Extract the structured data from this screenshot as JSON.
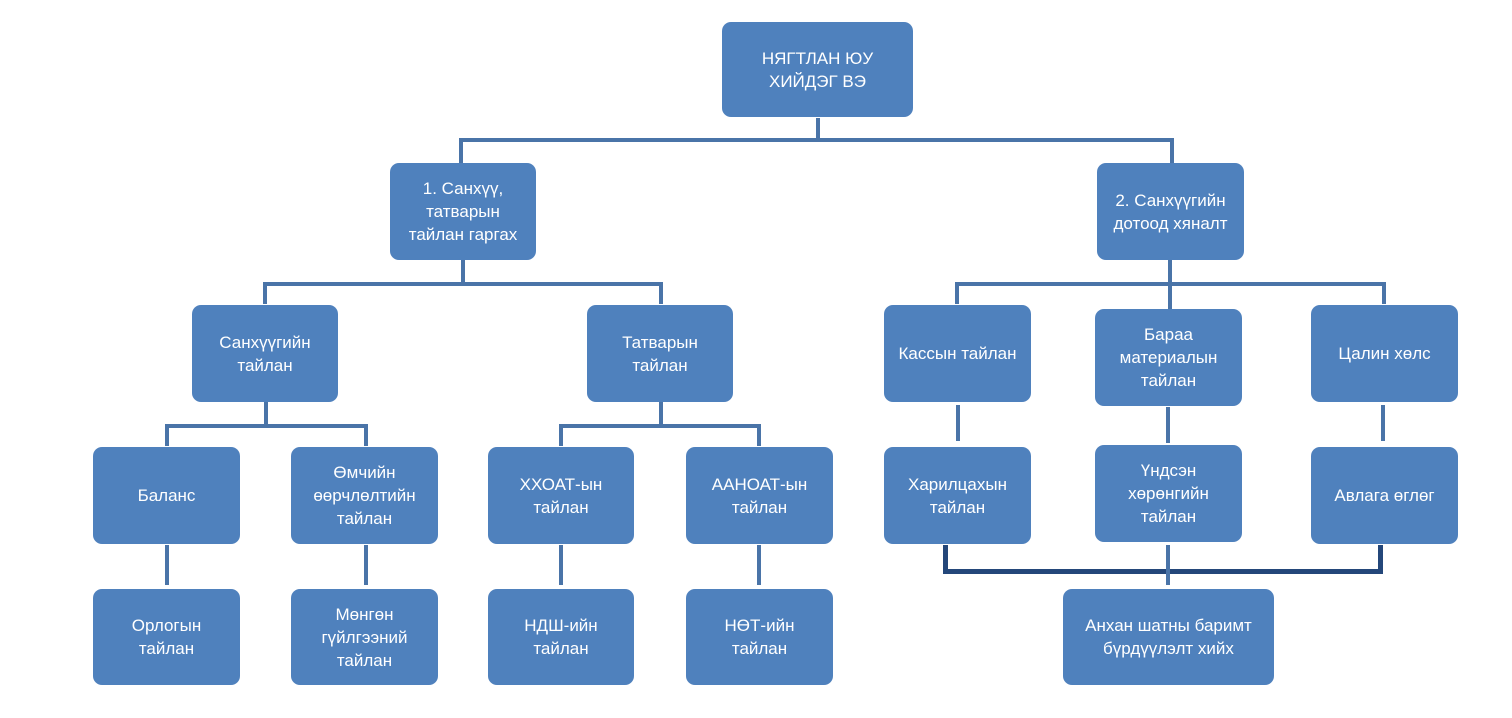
{
  "diagram": {
    "type": "org-chart",
    "root": {
      "label": "НЯГТЛАН ЮУ\nХИЙДЭГ ВЭ"
    },
    "branch1": {
      "label": "1. Санхүү,\nтатварын\nтайлан гаргах",
      "financial": {
        "label": "Санхүүгийн\nтайлан"
      },
      "tax": {
        "label": "Татварын\nтайлан"
      },
      "balance": {
        "label": "Баланс"
      },
      "equity_change": {
        "label": "Өмчийн\nөөрчлөлтийн\nтайлан"
      },
      "income": {
        "label": "Орлогын\nтайлан"
      },
      "cash_flow": {
        "label": "Мөнгөн\nгүйлгээний\nтайлан"
      },
      "pit": {
        "label": "ХХОАТ-ын\nтайлан"
      },
      "cit": {
        "label": "ААНОАТ-ын\nтайлан"
      },
      "social_insurance": {
        "label": "НДШ-ийн\nтайлан"
      },
      "vat": {
        "label": "НӨТ-ийн\nтайлан"
      }
    },
    "branch2": {
      "label": "2. Санхүүгийн\nдотоод хяналт",
      "cash": {
        "label": "Кассын тайлан"
      },
      "inventory": {
        "label": "Бараа\nматериалын\nтайлан"
      },
      "payroll": {
        "label": "Цалин хөлс"
      },
      "settlement": {
        "label": "Харилцахын\nтайлан"
      },
      "fixed_assets": {
        "label": "Үндсэн\nхөрөнгийн\nтайлан"
      },
      "receivables_payables": {
        "label": "Авлага өглөг"
      },
      "primary_docs": {
        "label": "Анхан шатны баримт\nбүрдүүлэлт хийх"
      }
    }
  }
}
